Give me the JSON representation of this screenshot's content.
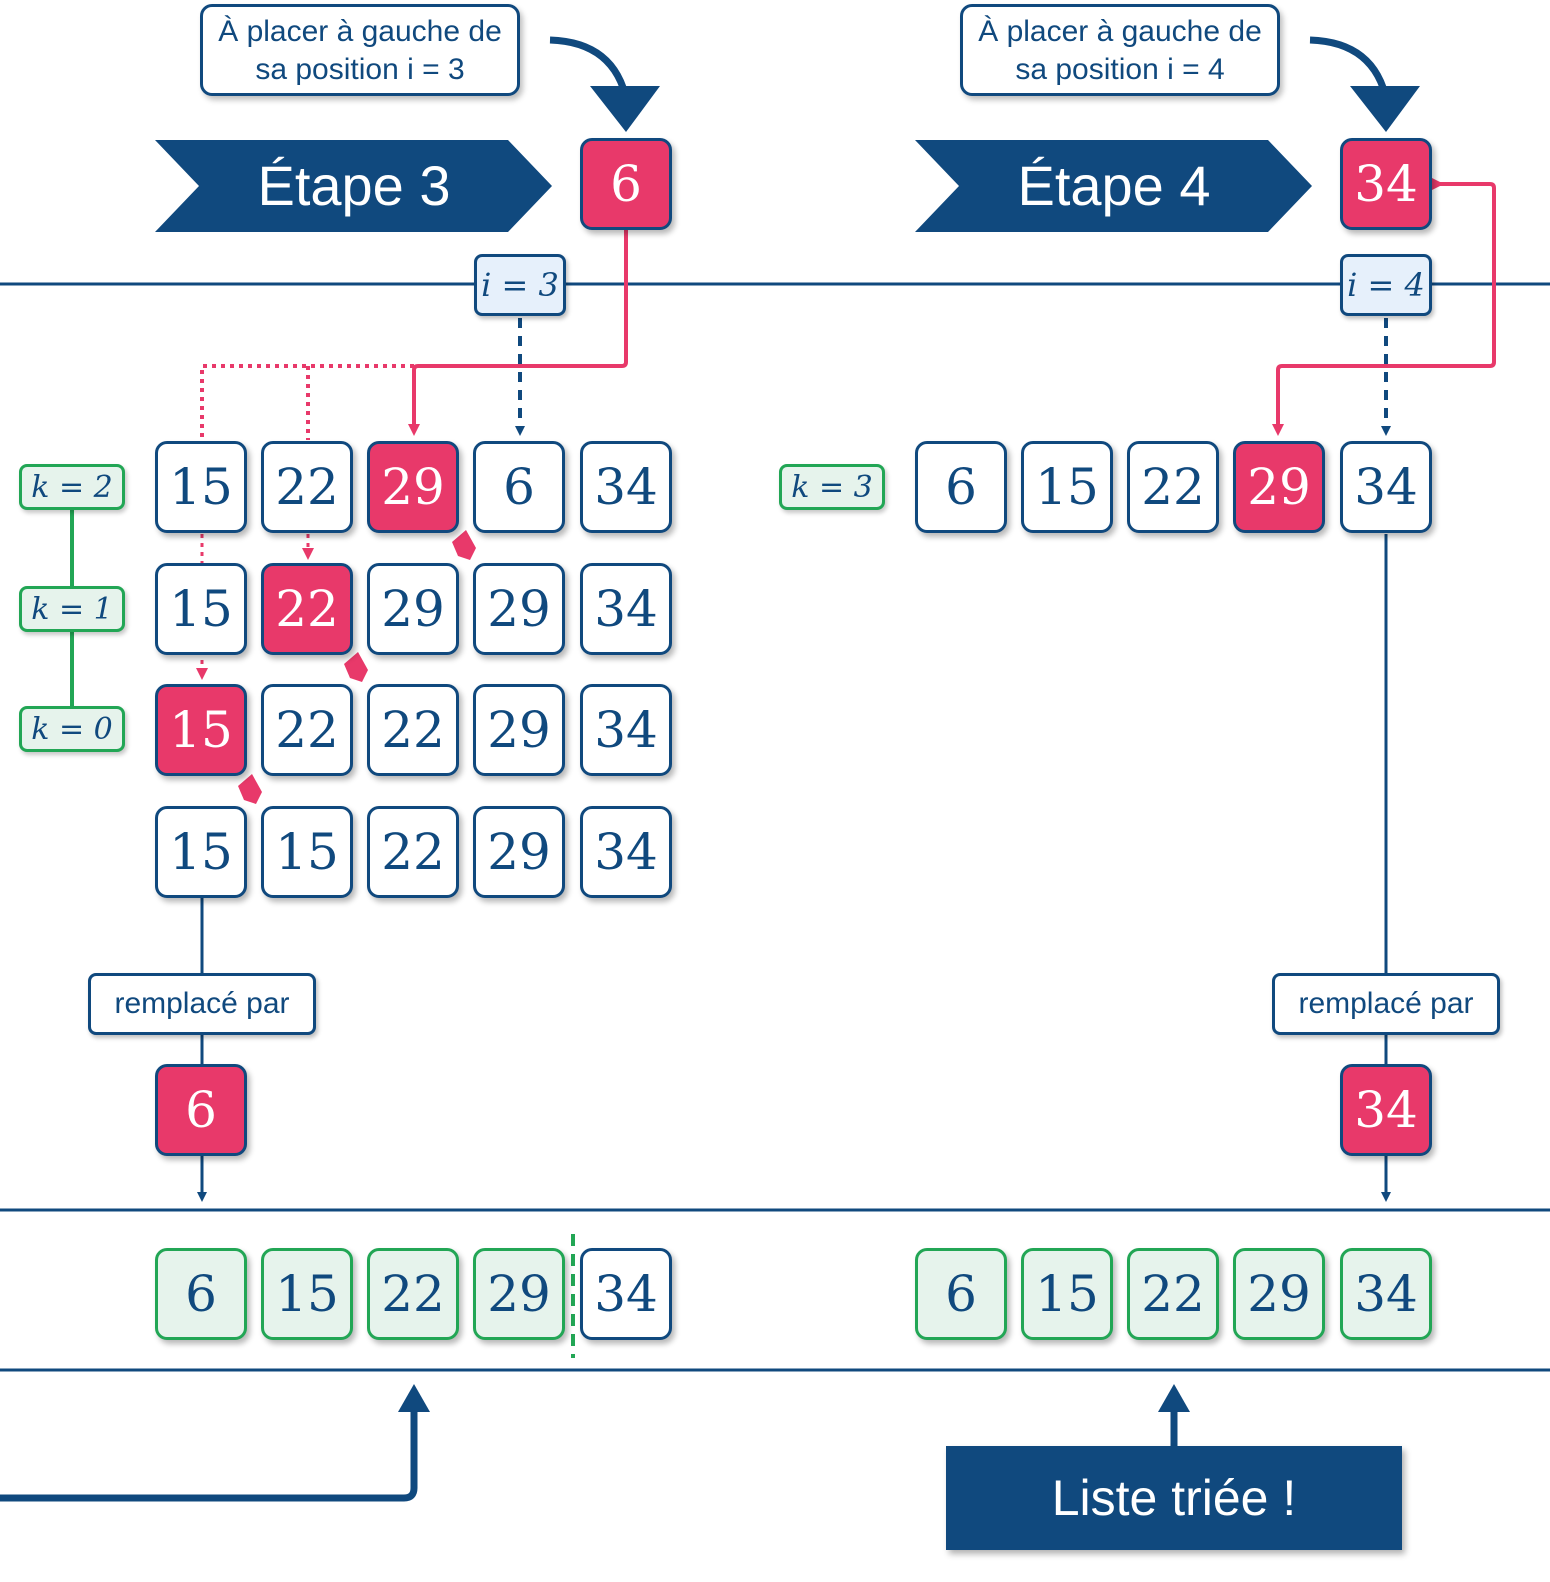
{
  "colors": {
    "navy": "#10497e",
    "highlight": "#e8396a",
    "sorted_border": "#22a655",
    "sorted_fill": "#e6f3ec",
    "index_fill": "#e6f0fb"
  },
  "step3": {
    "title": "Étape 3",
    "callout_line1": "À placer à gauche de",
    "callout_line2": "sa position i = 3",
    "key_value": "6",
    "i_label": "i = 3",
    "k_labels": [
      "k = 2",
      "k = 1",
      "k = 0"
    ],
    "rows": [
      [
        "15",
        "22",
        "29",
        "6",
        "34"
      ],
      [
        "15",
        "22",
        "29",
        "29",
        "34"
      ],
      [
        "15",
        "22",
        "22",
        "29",
        "34"
      ],
      [
        "15",
        "15",
        "22",
        "29",
        "34"
      ]
    ],
    "replaced_label": "remplacé par",
    "replacement_value": "6",
    "result": [
      "6",
      "15",
      "22",
      "29",
      "34"
    ]
  },
  "step4": {
    "title": "Étape 4",
    "callout_line1": "À placer à gauche de",
    "callout_line2": "sa position i = 4",
    "key_value": "34",
    "i_label": "i = 4",
    "k_label": "k = 3",
    "row": [
      "6",
      "15",
      "22",
      "29",
      "34"
    ],
    "replaced_label": "remplacé par",
    "replacement_value": "34",
    "result": [
      "6",
      "15",
      "22",
      "29",
      "34"
    ]
  },
  "final_label": "Liste triée !"
}
